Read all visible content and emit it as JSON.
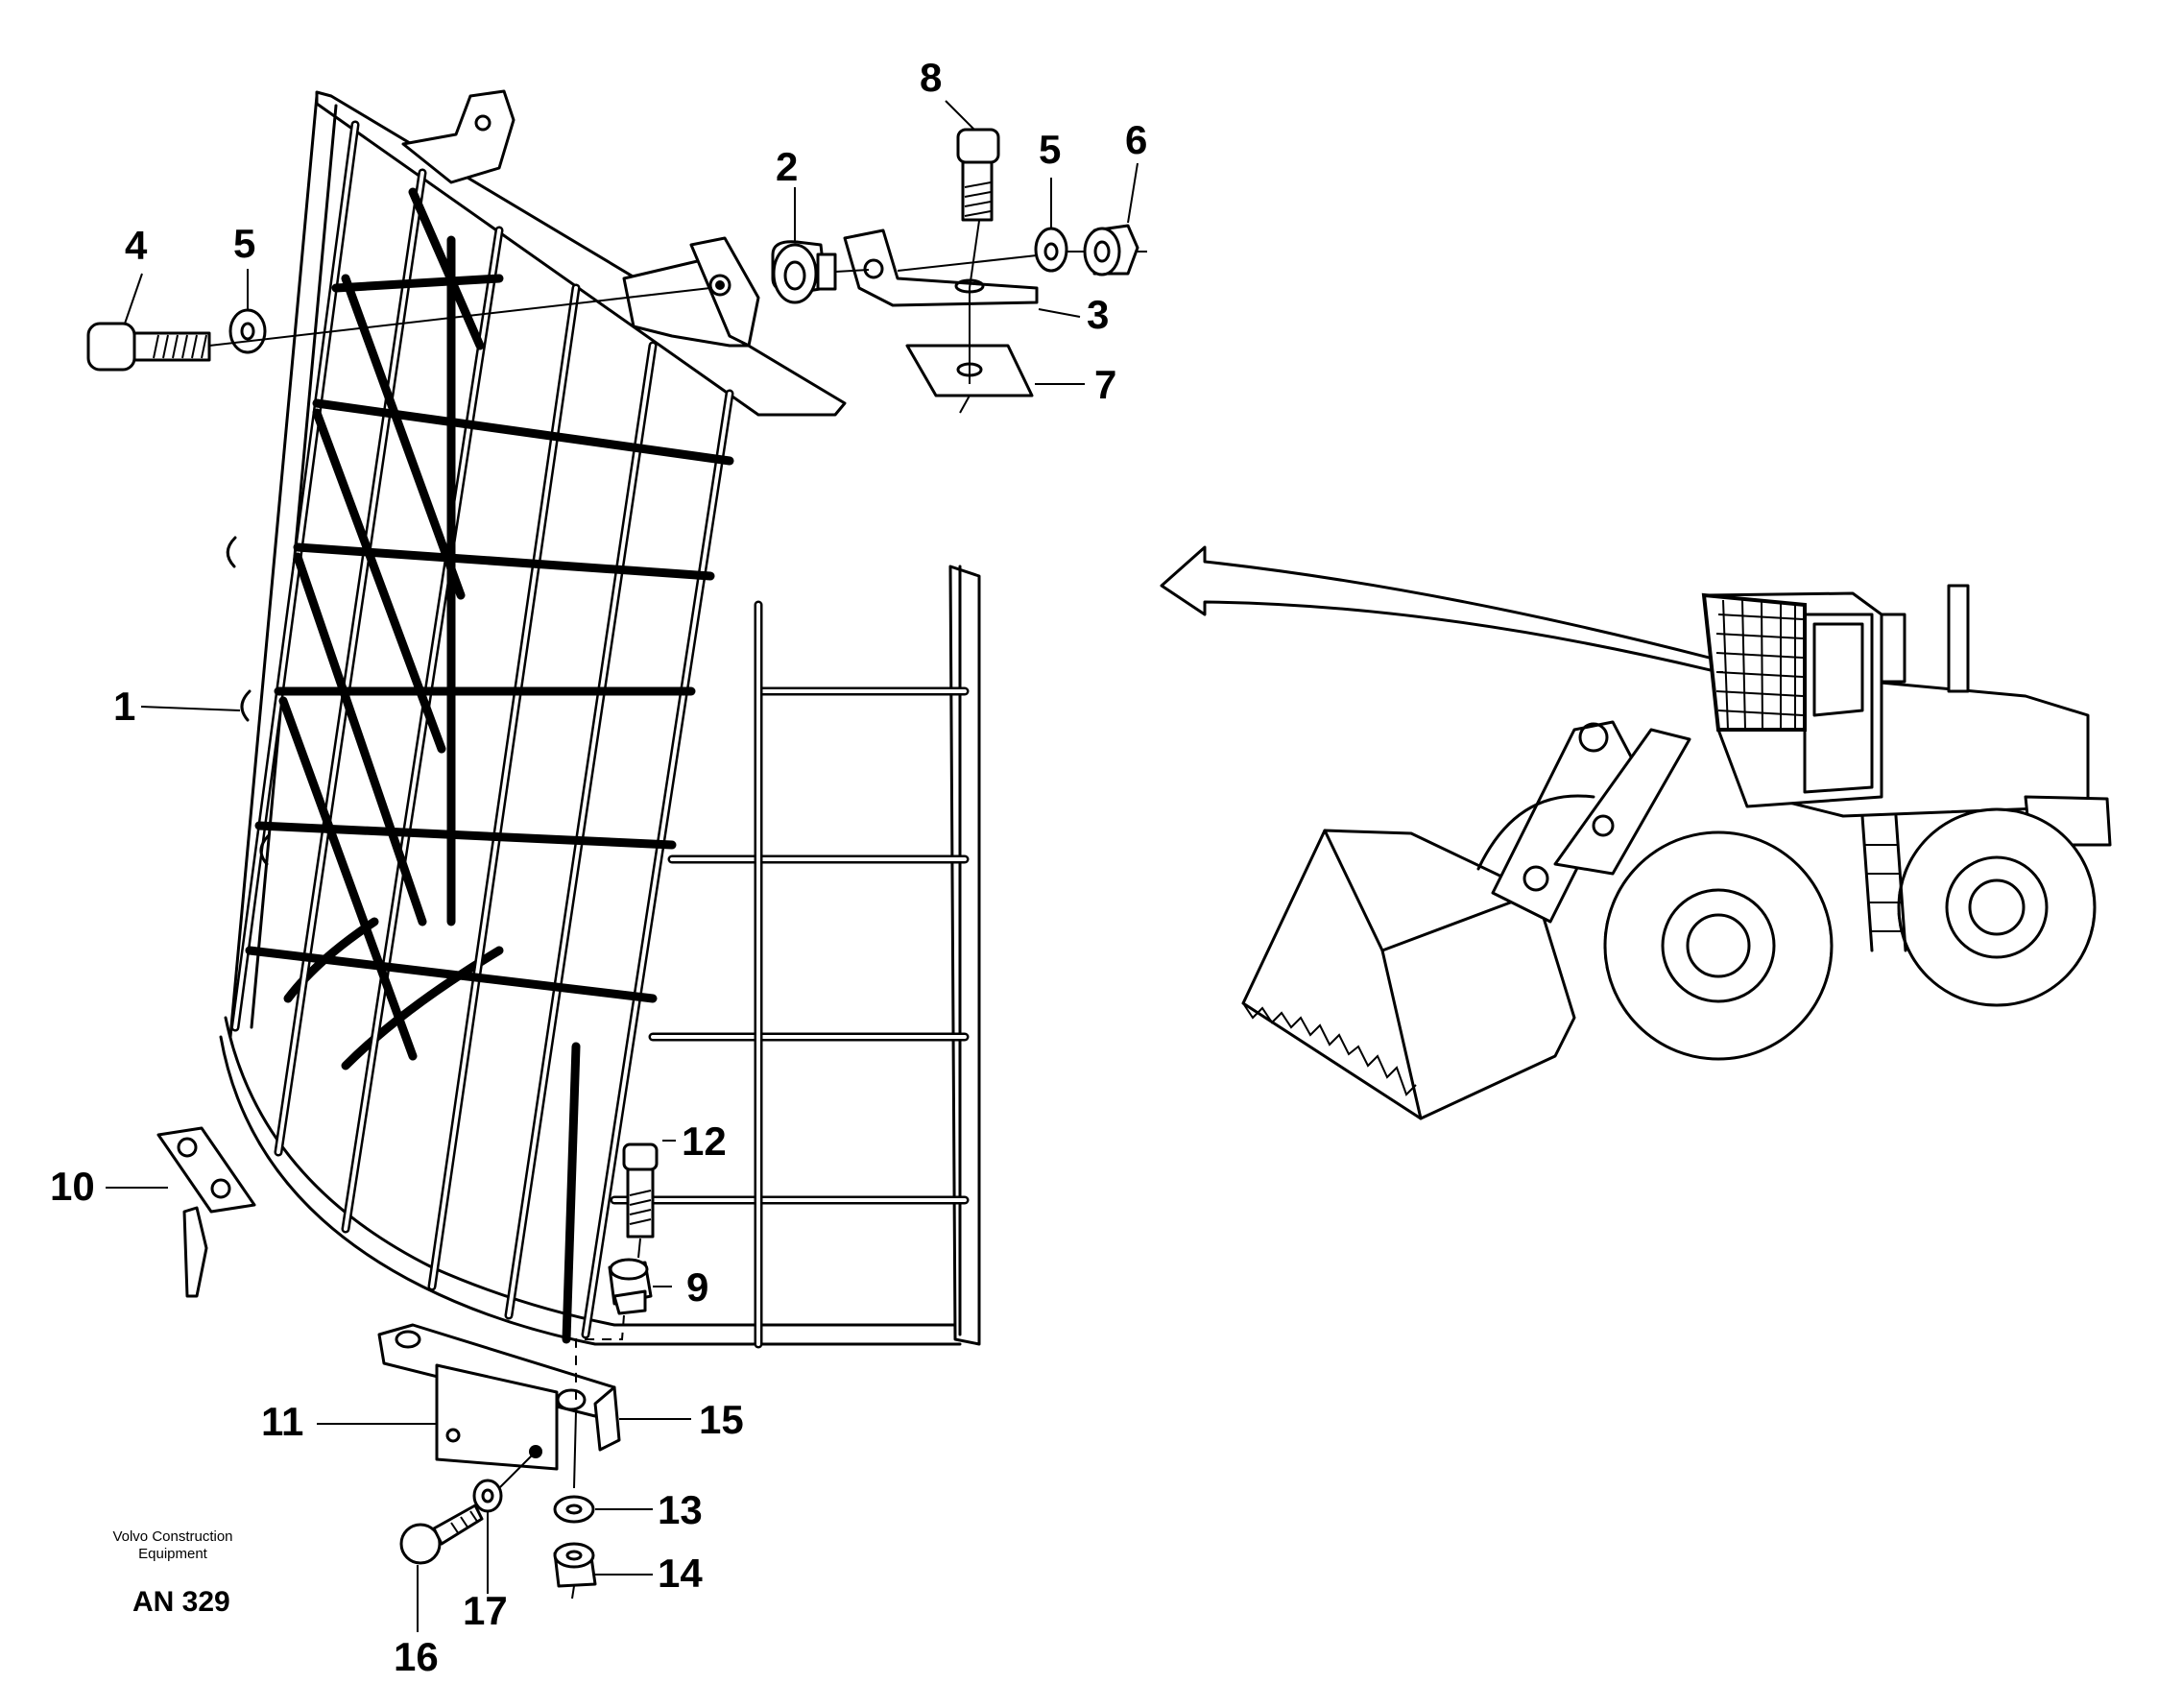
{
  "parts": [
    {
      "id": "part-1",
      "label": "1"
    },
    {
      "id": "part-2",
      "label": "2"
    },
    {
      "id": "part-3",
      "label": "3"
    },
    {
      "id": "part-4",
      "label": "4"
    },
    {
      "id": "part-5a",
      "label": "5"
    },
    {
      "id": "part-5b",
      "label": "5"
    },
    {
      "id": "part-6",
      "label": "6"
    },
    {
      "id": "part-7",
      "label": "7"
    },
    {
      "id": "part-8",
      "label": "8"
    },
    {
      "id": "part-9",
      "label": "9"
    },
    {
      "id": "part-10",
      "label": "10"
    },
    {
      "id": "part-11",
      "label": "11"
    },
    {
      "id": "part-12",
      "label": "12"
    },
    {
      "id": "part-13",
      "label": "13"
    },
    {
      "id": "part-14",
      "label": "14"
    },
    {
      "id": "part-15",
      "label": "15"
    },
    {
      "id": "part-16",
      "label": "16"
    },
    {
      "id": "part-17",
      "label": "17"
    }
  ],
  "footer": {
    "company_line1": "Volvo Construction",
    "company_line2": "Equipment",
    "code": "AN 329"
  }
}
